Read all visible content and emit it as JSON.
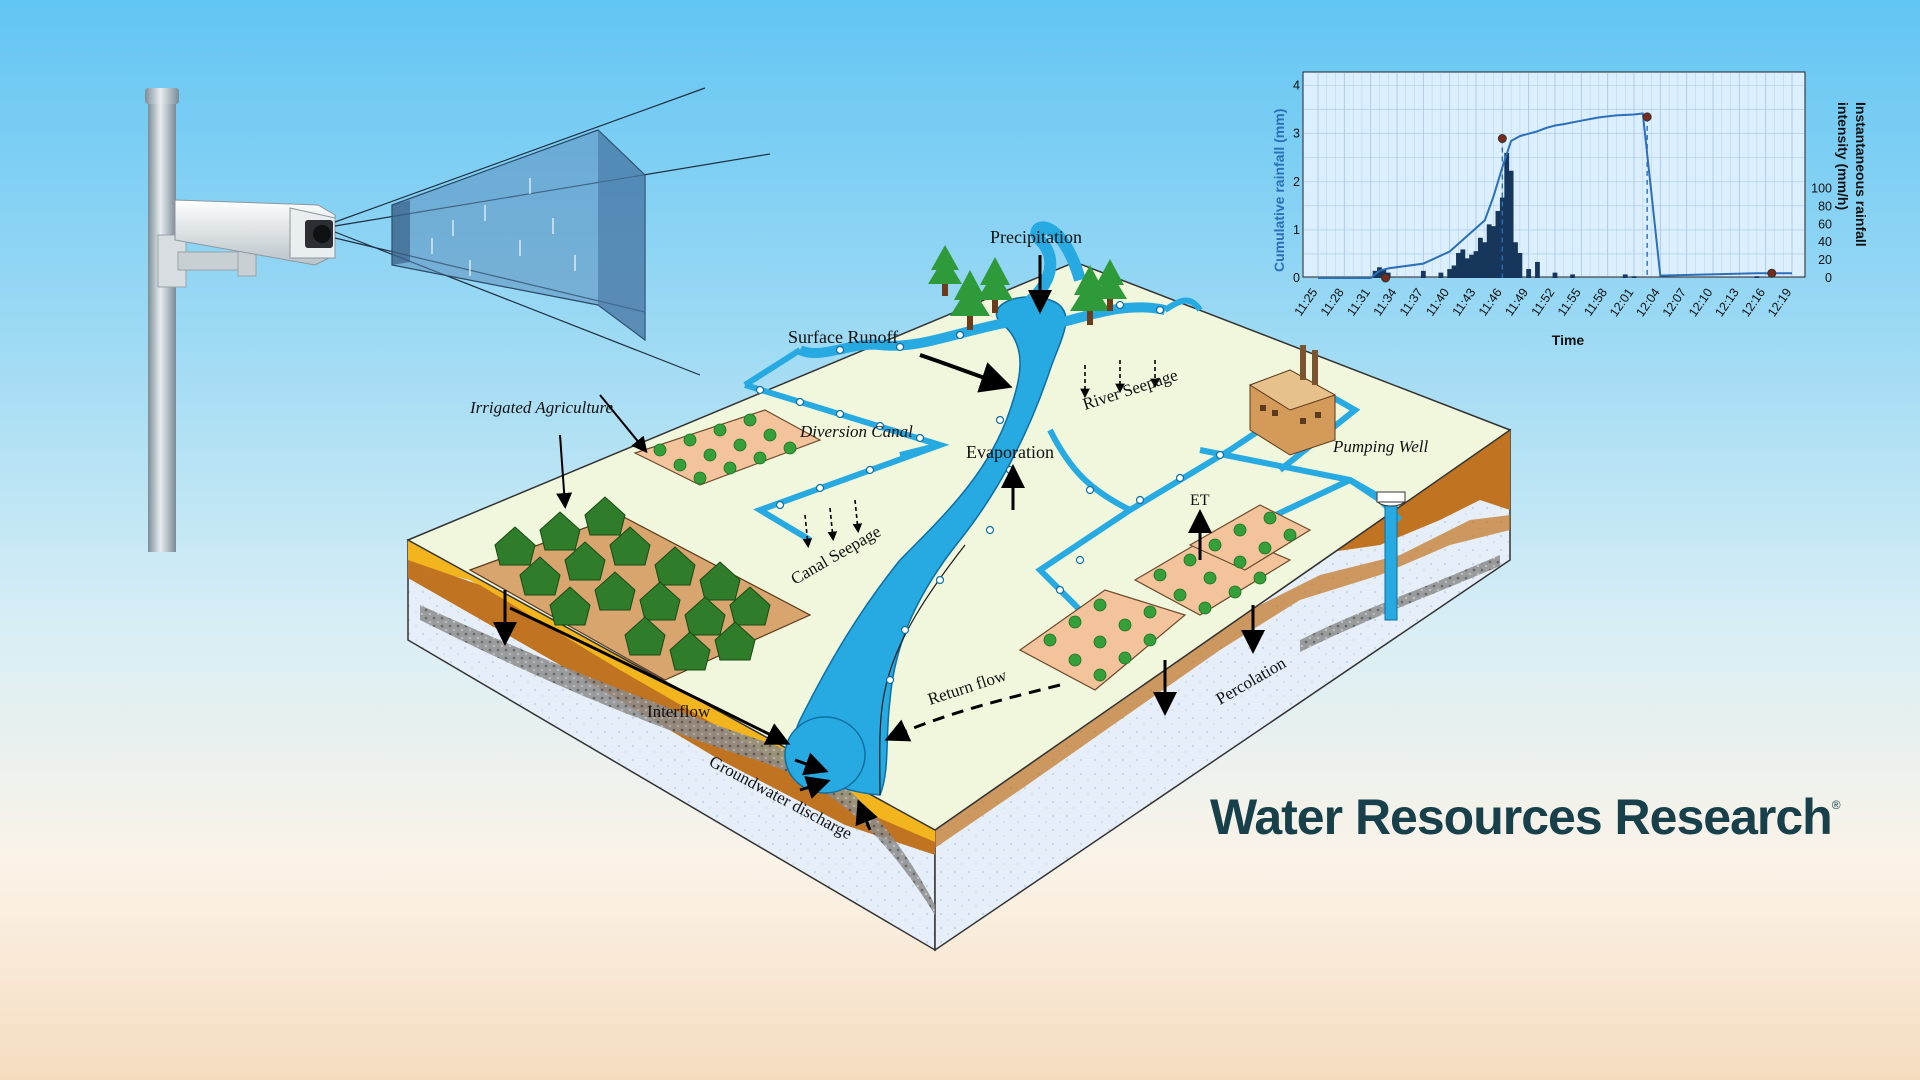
{
  "journal": {
    "name": "Water Resources Research",
    "mark": "®"
  },
  "labels": {
    "precipitation": "Precipitation",
    "surface_runoff": "Surface Runoff",
    "irrigated_agriculture": "Irrigated Agriculture",
    "diversion_canal": "Diversion Canal",
    "river_seepage": "River Seepage",
    "evaporation": "Evaporation",
    "pumping_well": "Pumping Well",
    "et": "ET",
    "canal_seepage": "Canal Seepage",
    "return_flow": "Return flow",
    "percolation": "Percolation",
    "interflow": "Interflow",
    "groundwater_discharge": "Groundwater discharge"
  },
  "colors": {
    "sky_top": "#62c5f3",
    "water": "#27a9e1",
    "ground_surface": "#f0f7dc",
    "soil_brown": "#c07320",
    "soil_orange": "#f3b51d",
    "aquifer": "#e4eef8",
    "rain_line": "#2a6fb7",
    "bar_fill": "#17365c",
    "marker": "#7a2a1a"
  },
  "chart_data": {
    "type": "bar+line",
    "xlabel": "Time",
    "ylabel_left": "Cumulative rainfall (mm)",
    "ylabel_right": "Instantaneous rainfall intensity (mm/h)",
    "x_ticks": [
      "11:25",
      "11:28",
      "11:31",
      "11:34",
      "11:37",
      "11:40",
      "11:43",
      "11:46",
      "11:49",
      "11:52",
      "11:55",
      "11:58",
      "12:01",
      "12:04",
      "12:07",
      "12:10",
      "12:13",
      "12:16",
      "12:19"
    ],
    "left_ticks": [
      0,
      1,
      2,
      3,
      4
    ],
    "right_ticks": [
      0,
      20,
      40,
      60,
      80,
      100
    ],
    "ylim_left": [
      0,
      4.2
    ],
    "ylim_right": [
      0,
      226
    ],
    "xlim_min": [
      0,
      54
    ],
    "grid": true,
    "cumulative_series": {
      "name": "Cumulative rainfall",
      "x_min": [
        0,
        6,
        7,
        8,
        12,
        15,
        19,
        20,
        21,
        22,
        23,
        24,
        25,
        26,
        27,
        28,
        30,
        32,
        34,
        36,
        37,
        38,
        39,
        50,
        51,
        52,
        54
      ],
      "values": [
        0,
        0,
        0.15,
        0.2,
        0.3,
        0.55,
        1.2,
        1.7,
        2.3,
        2.85,
        2.95,
        3.0,
        3.05,
        3.12,
        3.17,
        3.2,
        3.27,
        3.34,
        3.38,
        3.4,
        3.42,
        0.05,
        0.05,
        0.1,
        0.1,
        0.1,
        0.1
      ]
    },
    "intensity_series": {
      "name": "Instantaneous rainfall intensity",
      "x_min": [
        6.5,
        7,
        7.5,
        8,
        12,
        14,
        15,
        15.5,
        16,
        16.5,
        17,
        17.5,
        18,
        18.5,
        19,
        19.5,
        20,
        20.5,
        21,
        21.5,
        22,
        22.5,
        23,
        24,
        25,
        27,
        29,
        35,
        36,
        50
      ],
      "values": [
        8,
        12,
        10,
        6,
        8,
        6,
        10,
        14,
        28,
        32,
        22,
        26,
        30,
        45,
        40,
        60,
        58,
        75,
        90,
        140,
        120,
        40,
        28,
        10,
        18,
        6,
        4,
        4,
        2,
        2
      ]
    },
    "markers": [
      {
        "x_min": 7.7,
        "y": 0.0
      },
      {
        "x_min": 21.0,
        "y": 2.9
      },
      {
        "x_min": 37.5,
        "y": 3.35
      },
      {
        "x_min": 51.7,
        "y": 0.1
      }
    ]
  }
}
